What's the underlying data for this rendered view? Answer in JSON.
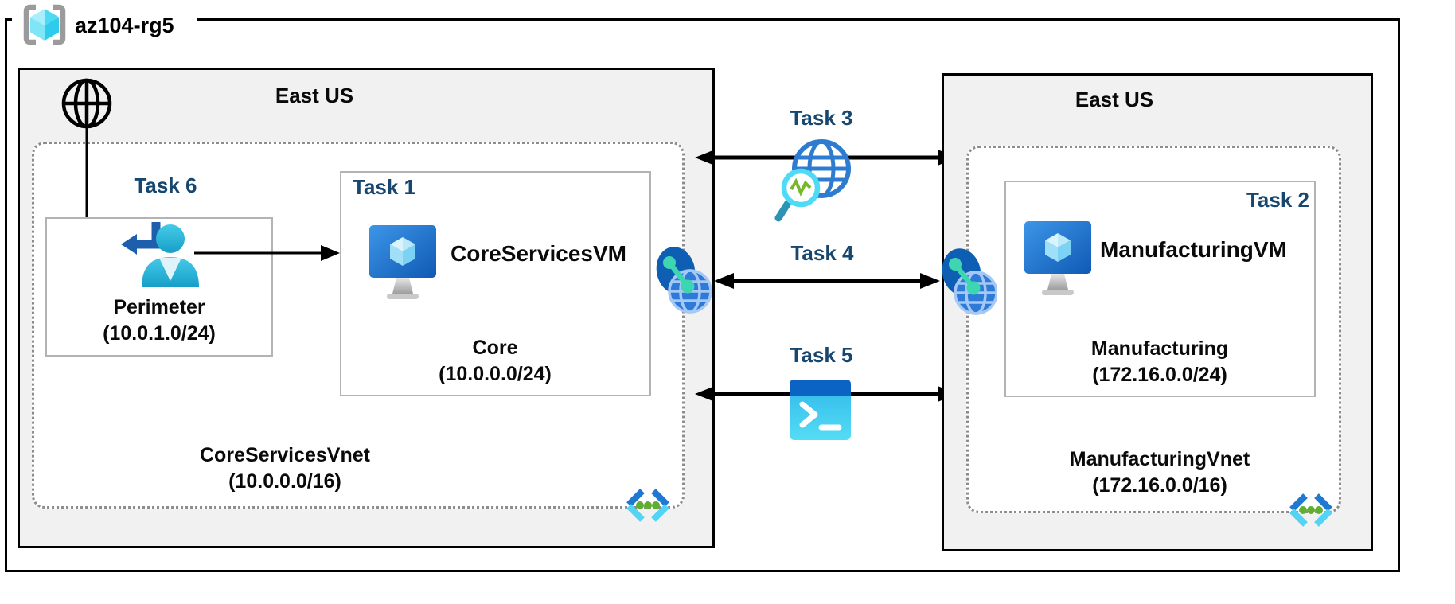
{
  "resource_group": {
    "label": "az104-rg5"
  },
  "left_region": {
    "location": "East US",
    "task6_label": "Task 6",
    "perimeter_subnet": {
      "name": "Perimeter",
      "cidr": "(10.0.1.0/24)"
    },
    "task1_label": "Task 1",
    "vm_name": "CoreServicesVM",
    "core_subnet": {
      "name": "Core",
      "cidr": "(10.0.0.0/24)"
    },
    "vnet": {
      "name": "CoreServicesVnet",
      "cidr": "(10.0.0.0/16)"
    }
  },
  "right_region": {
    "location": "East US",
    "task2_label": "Task 2",
    "vm_name": "ManufacturingVM",
    "manufacturing_subnet": {
      "name": "Manufacturing",
      "cidr": "(172.16.0.0/24)"
    },
    "vnet": {
      "name": "ManufacturingVnet",
      "cidr": "(172.16.0.0/16)"
    }
  },
  "connections": {
    "task3_label": "Task 3",
    "task4_label": "Task 4",
    "task5_label": "Task 5"
  },
  "icons": {
    "resource-group-icon": "gray brackets with cyan cube",
    "internet-globe-icon": "black outline globe",
    "user-perimeter-icon": "blue person with dark blue bent arrow",
    "vm-icon": "blue monitor with light cube and gray stand",
    "network-watcher-icon": "blue globe with cyan magnifier and green pulse",
    "nic-icon": "dark blue ellipse with blue globe and teal connector dots",
    "cloud-shell-icon": "cyan terminal with dark blue title bar and white prompt",
    "vnet-icon": "blue and cyan angle brackets with three green dots"
  },
  "colors": {
    "task_label": "#17476F",
    "region_fill": "#F1F1F1",
    "region_border": "#000000",
    "inner_box_border": "#B3B3B3",
    "dotted_border": "#8C8C8C",
    "accent_blue": "#1F78D1",
    "accent_cyan": "#54D4F5",
    "accent_green": "#5FAE32",
    "arrow_black": "#000000"
  }
}
